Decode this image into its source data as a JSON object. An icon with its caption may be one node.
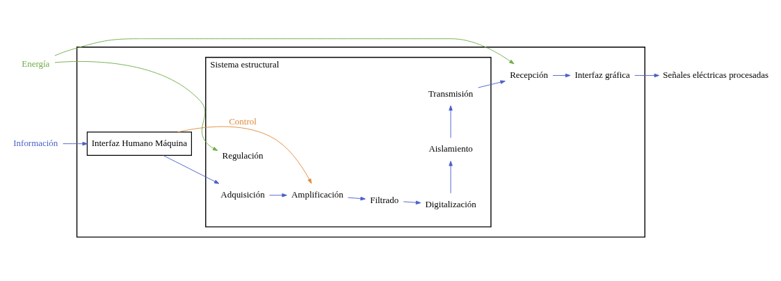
{
  "diagram": {
    "nodes": [
      {
        "text": [],
        "shape": "box"
      },
      {
        "text": [
          "Sistema estructural"
        ],
        "in": 0
      },
      {
        "text": [
          "Regulación"
        ],
        "in": 1
      },
      {
        "text": [
          "Adquisición"
        ],
        "in": 1
      },
      {
        "text": [
          "Amplificación"
        ],
        "in": 1
      },
      {
        "text": [
          "Filtrado"
        ],
        "in": 1
      },
      {
        "text": [
          "Digitalización"
        ],
        "in": 1
      },
      {
        "text": [
          "Aislamiento"
        ],
        "in": 1
      },
      {
        "text": [
          "Transmisión"
        ],
        "in": 1
      },
      {
        "text": [
          "Recepción"
        ],
        "in": 0
      },
      {
        "text": [
          "Interfaz gráfica"
        ],
        "in": 0
      },
      {
        "text": [
          "Interfaz Humano Máquina"
        ],
        "in": 0
      },
      {
        "text": [
          "Energía"
        ]
      },
      {
        "text": [
          "Información"
        ]
      },
      {
        "text": [
          "Señales eléctricas procesadas"
        ]
      }
    ],
    "edges": [
      {
        "from": 12,
        "to": 2,
        "arrow": "to",
        "color": "#70ad47"
      },
      {
        "from": 12,
        "to": 9,
        "arrow": "to",
        "color": "#70ad47"
      },
      {
        "from": 13,
        "to": 11,
        "arrow": "to"
      },
      {
        "from": 11,
        "to": 3,
        "arrow": "to"
      },
      {
        "from": 11,
        "to": 4,
        "arrow": "to",
        "label": "Control",
        "color": "#e08a3c"
      },
      {
        "from": 3,
        "to": 4,
        "arrow": "to"
      },
      {
        "from": 4,
        "to": 5,
        "arrow": "to"
      },
      {
        "from": 5,
        "to": 6,
        "arrow": "to"
      },
      {
        "from": 6,
        "to": 7,
        "arrow": "to"
      },
      {
        "from": 7,
        "to": 8,
        "arrow": "to"
      },
      {
        "from": 8,
        "to": 9,
        "arrow": "to"
      },
      {
        "from": 9,
        "to": 10,
        "arrow": "to"
      },
      {
        "from": 10,
        "to": 14,
        "arrow": "to"
      }
    ]
  }
}
